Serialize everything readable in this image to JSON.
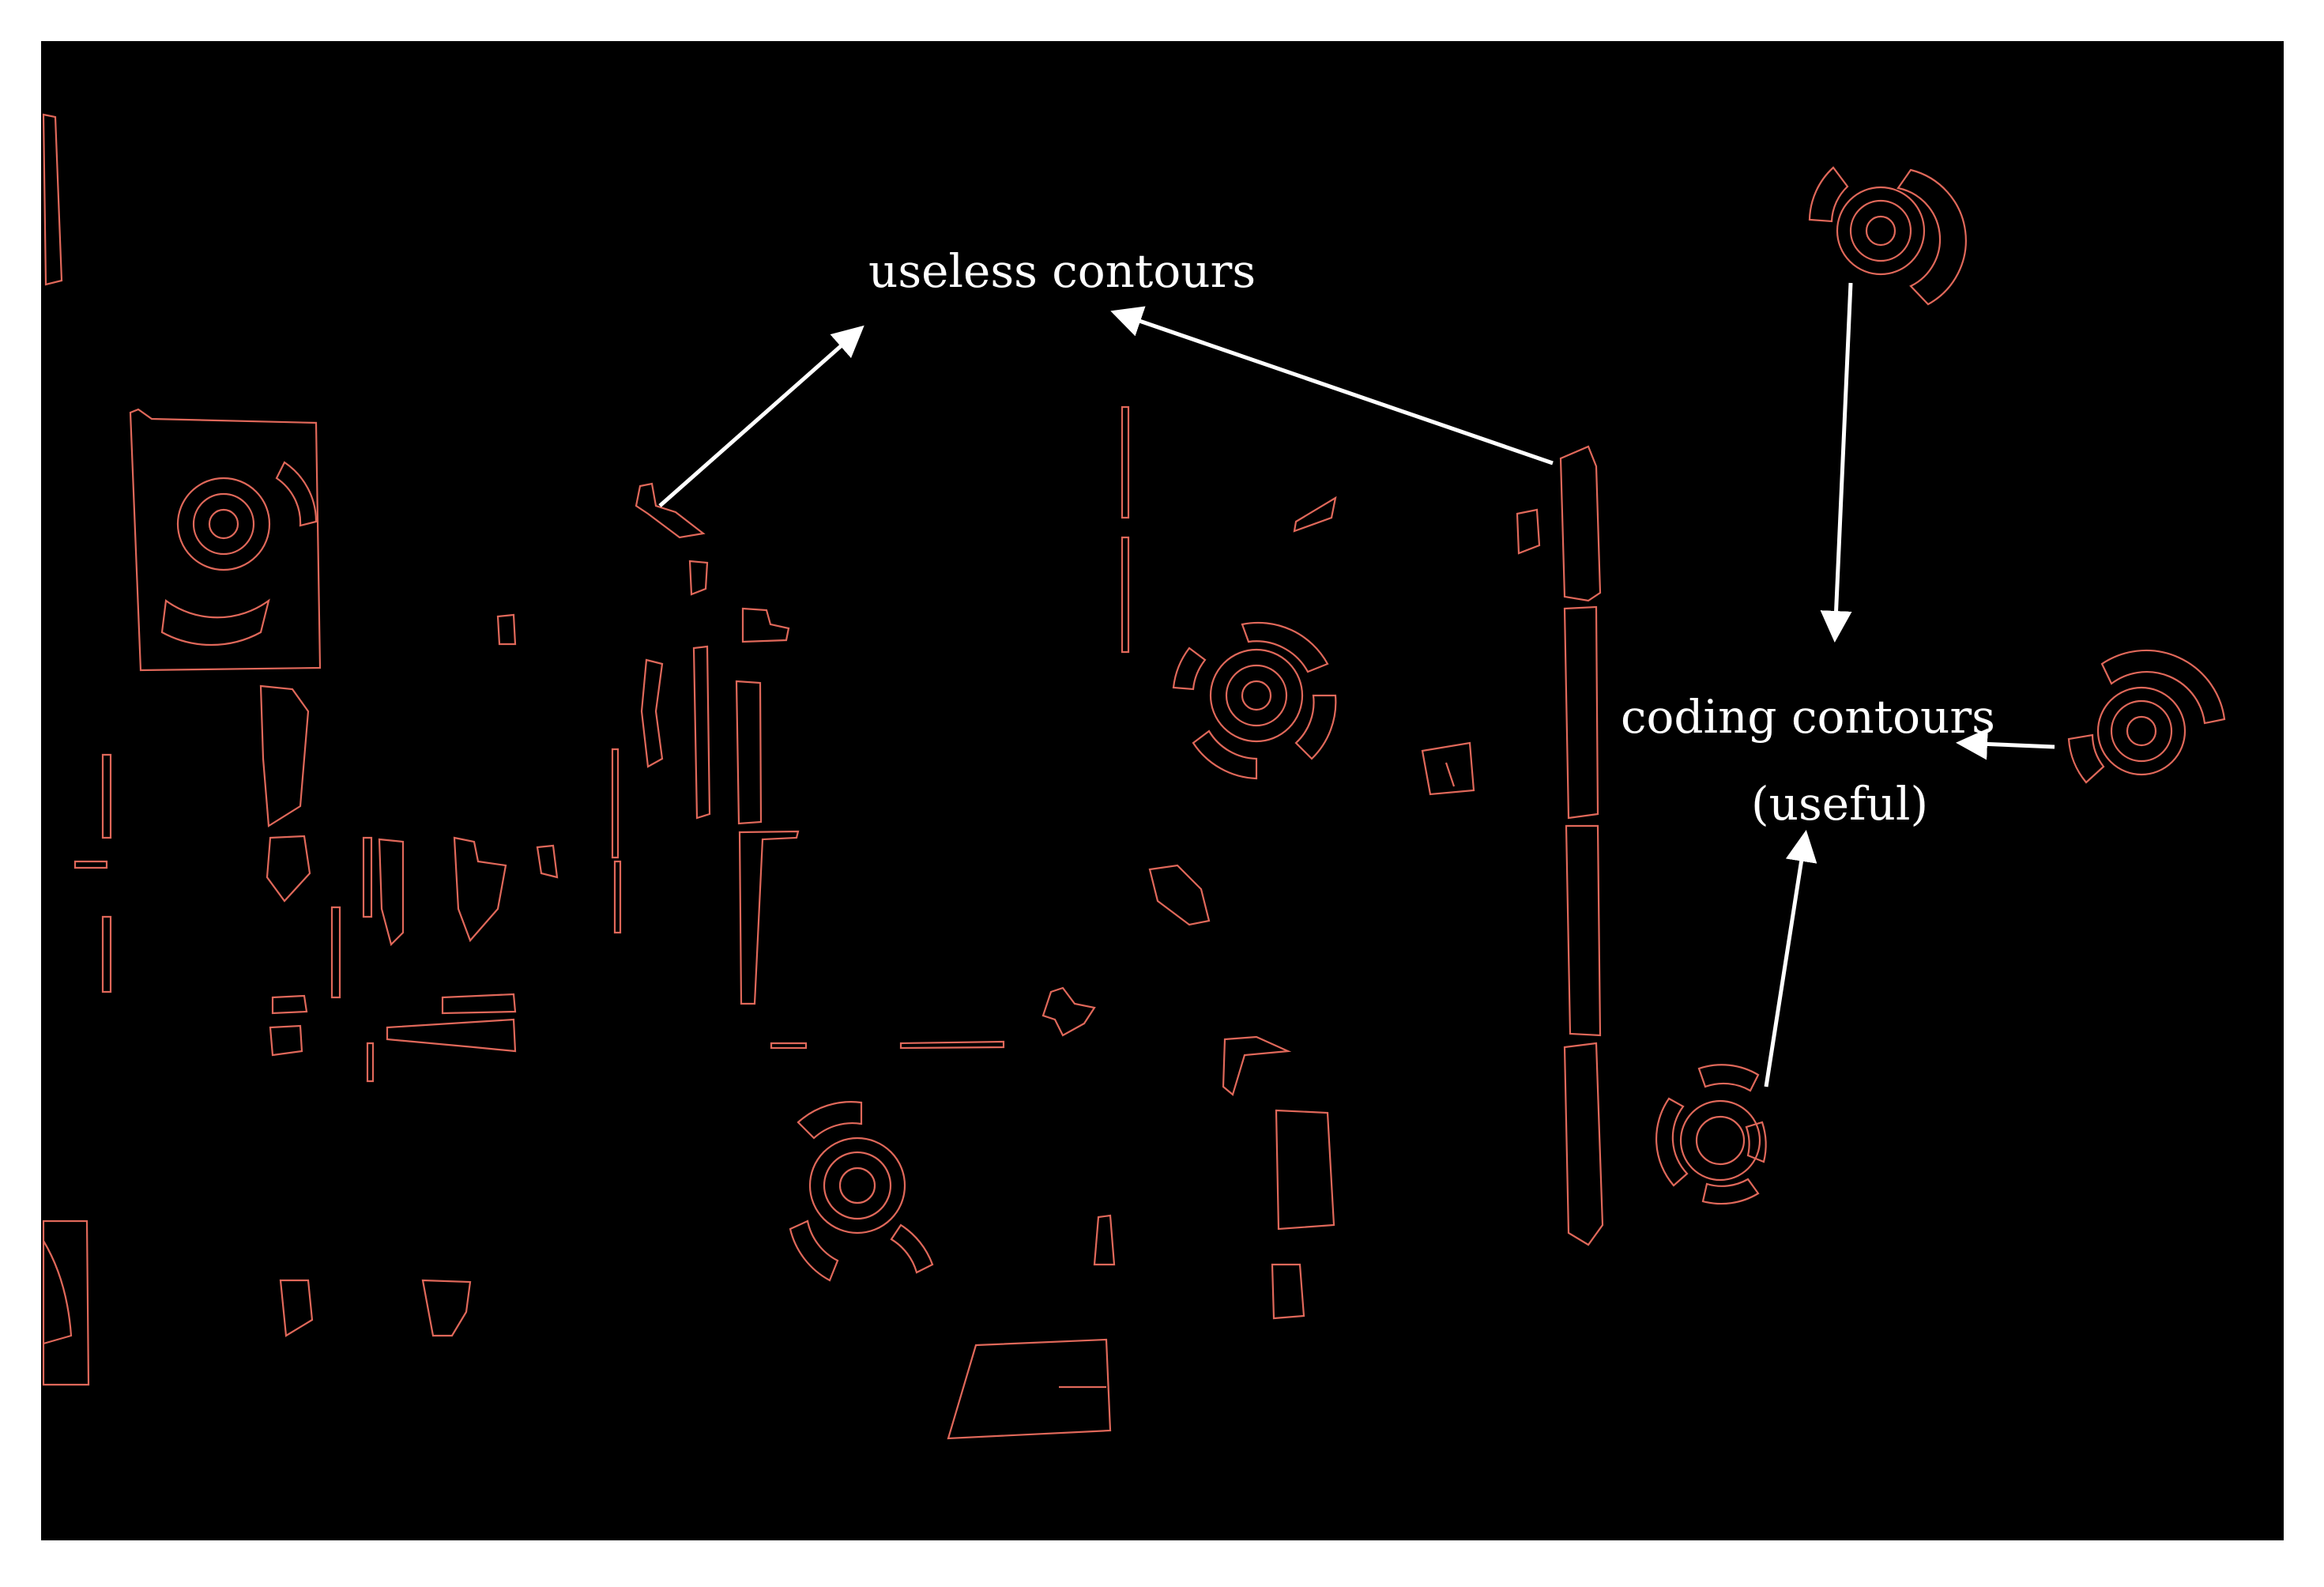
{
  "annotations": {
    "useless_label": "useless contours",
    "coding_label": "coding contours",
    "useful_label": "(useful)"
  },
  "colors": {
    "background": "#000000",
    "contour": "#e0685a",
    "arrow": "#ffffff",
    "text": "#ffffff"
  }
}
